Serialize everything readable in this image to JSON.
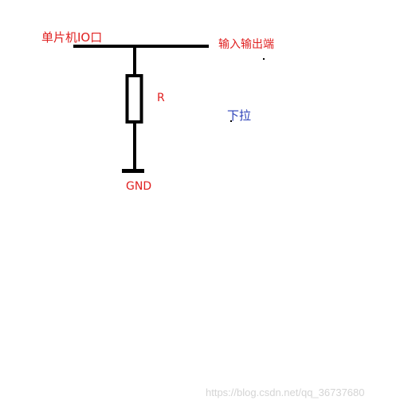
{
  "labels": {
    "io_port": "单片机IO口",
    "io_terminal": "输入输出端",
    "resistor": "R",
    "mode": "下拉",
    "ground": "GND"
  },
  "watermark": "https://blog.csdn.net/qq_36737680",
  "colors": {
    "wire": "#000000",
    "label_red": "#e02020",
    "label_blue": "#2a3fb8",
    "watermark": "#d4d4d4"
  }
}
